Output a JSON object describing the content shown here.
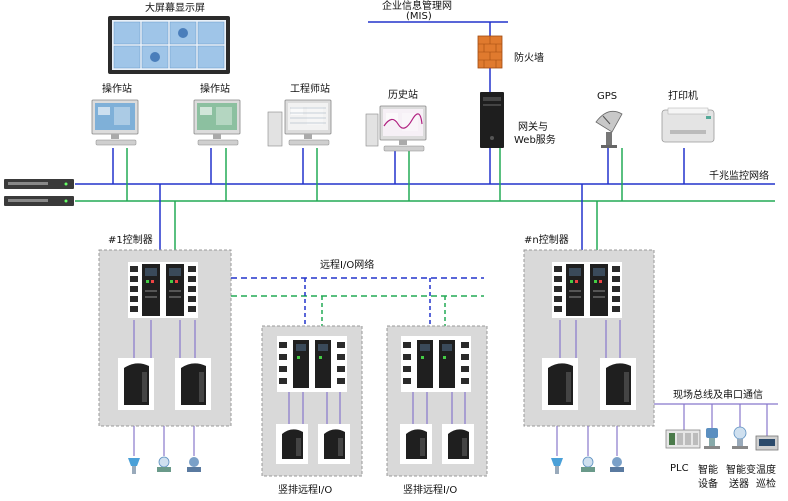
{
  "labels": {
    "big_screen": "大屏幕显示屏",
    "mis_line1": "企业信息管理网",
    "mis_line2": "(MIS)",
    "firewall": "防火墙",
    "operator1": "操作站",
    "operator2": "操作站",
    "engineer": "工程师站",
    "history": "历史站",
    "gateway_line1": "网关与",
    "gateway_line2": "Web服务",
    "gps": "GPS",
    "printer": "打印机",
    "gigabit_net": "千兆监控网络",
    "controller1": "#1控制器",
    "controllern": "#n控制器",
    "remote_io_net": "远程I/O网络",
    "remote_io_a": "竖排远程I/O",
    "remote_io_b": "竖排远程I/O",
    "fieldbus": "现场总线及串口通信",
    "plc": "PLC",
    "smart_dev_1": "智能",
    "smart_dev_2": "设备",
    "smart_tx_1": "智能变",
    "smart_tx_2": "送器",
    "temp_1": "温度",
    "temp_2": "巡检"
  },
  "colors": {
    "blue_net": "#2233cc",
    "green_net": "#22aa55",
    "purple": "#8877cc",
    "panel": "#d9d9d9",
    "firewall": "#e07a2e"
  }
}
